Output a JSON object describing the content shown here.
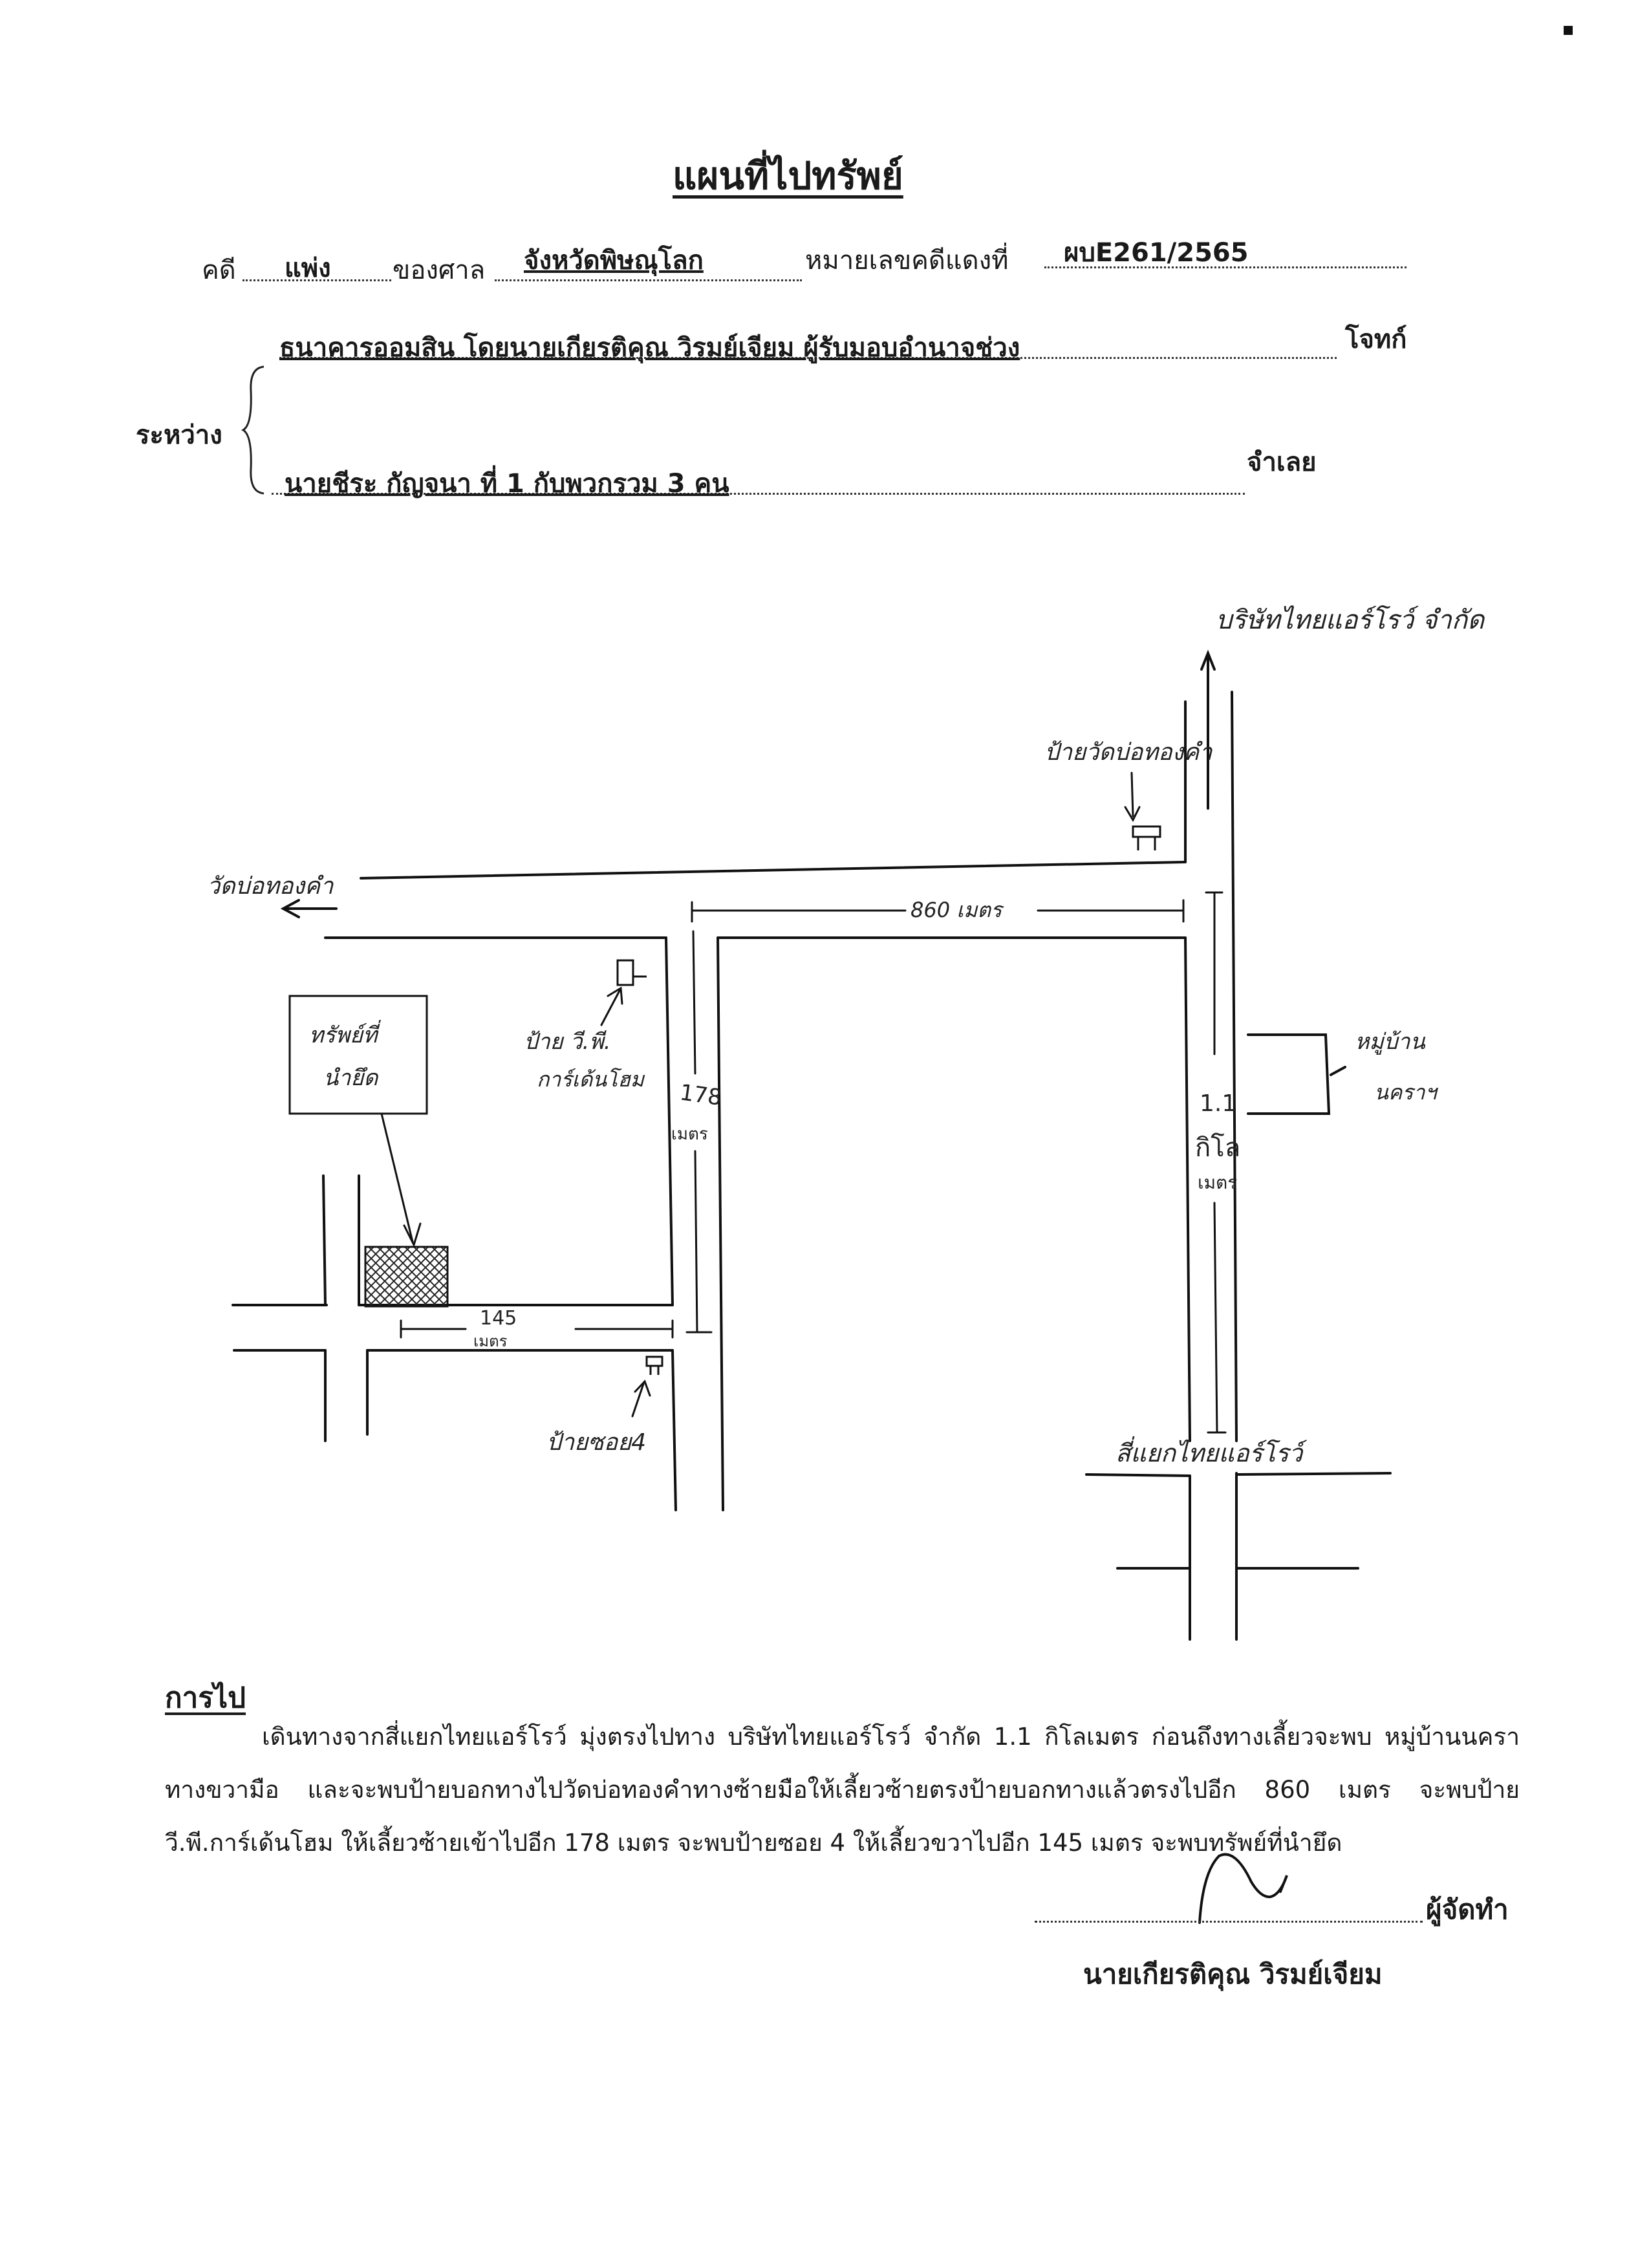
{
  "header": {
    "title": "แผนที่ไปทรัพย์",
    "case_label": "คดี",
    "case_type": "แพ่ง",
    "court_label": "ของศาล",
    "court": "จังหวัดพิษณุโลก",
    "case_no_label": "หมายเลขคดีแดงที่",
    "case_no": "ผบE261/2565",
    "between_label": "ระหว่าง",
    "plaintiff": "ธนาคารออมสิน โดยนายเกียรติคุณ วิรมย์เจียม ผู้รับมอบอำนาจช่วง",
    "plaintiff_role": "โจทก์",
    "defendant": "นายชีระ กัญจนา ที่ 1 กับพวกรวม 3 คน",
    "defendant_role": "จำเลย"
  },
  "map": {
    "company": "บริษัทไทยแอร์โรว์ จำกัด",
    "sign_temple": "ป้ายวัดบ่อทองคำ",
    "temple": "วัดบ่อทองคำ",
    "dist_860": "860 เมตร",
    "village_line1": "หมู่บ้าน",
    "village_line2": "นคราฯ",
    "dist_11_num": "1.1",
    "dist_11_unit1": "กิโล",
    "dist_11_unit2": "เมตร",
    "sign_vp_line1": "ป้าย วี.พี.",
    "sign_vp_line2": "การ์เด้นโฮม",
    "dist_178_num": "178",
    "dist_178_unit": "เมตร",
    "property_line1": "ทรัพย์ที่",
    "property_line2": "นำยึด",
    "dist_145_num": "145",
    "dist_145_unit": "เมตร",
    "sign_soi": "ป้ายซอย4",
    "intersection": "สี่แยกไทยแอร์โรว์"
  },
  "directions": {
    "heading": "การไป",
    "text": "เดินทางจากสี่แยกไทยแอร์โรว์ มุ่งตรงไปทาง บริษัทไทยแอร์โรว์ จำกัด 1.1 กิโลเมตร ก่อนถึงทางเลี้ยวจะพบ หมู่บ้านนคราทางขวามือ และจะพบป้ายบอกทางไปวัดบ่อทองคำทางซ้ายมือให้เลี้ยวซ้ายตรงป้ายบอกทางแล้วตรงไปอีก 860 เมตร จะพบป้าย วี.พี.การ์เด้นโฮม ให้เลี้ยวซ้ายเข้าไปอีก 178 เมตร จะพบป้ายซอย 4 ให้เลี้ยวขวาไปอีก 145 เมตร จะพบทรัพย์ที่นำยึด"
  },
  "signature": {
    "role": "ผู้จัดทำ",
    "name": "นายเกียรติคุณ วิรมย์เจียม"
  }
}
